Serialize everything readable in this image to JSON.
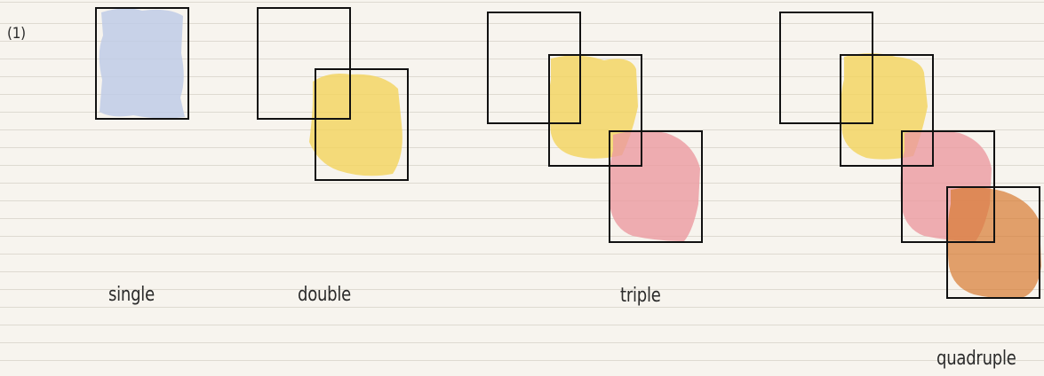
{
  "problem_number": "(1)",
  "labels": {
    "single": "single",
    "double": "double",
    "triple": "triple",
    "quadruple": "quadruple"
  },
  "colors": {
    "paper": "#f7f4ee",
    "ruled_line": "#dedad1",
    "ink": "#111111",
    "blue_shading": "#bfcbe6",
    "yellow_shading": "#f2d35b",
    "pink_shading": "#eb9aa0",
    "orange_shading": "#d77a32"
  }
}
